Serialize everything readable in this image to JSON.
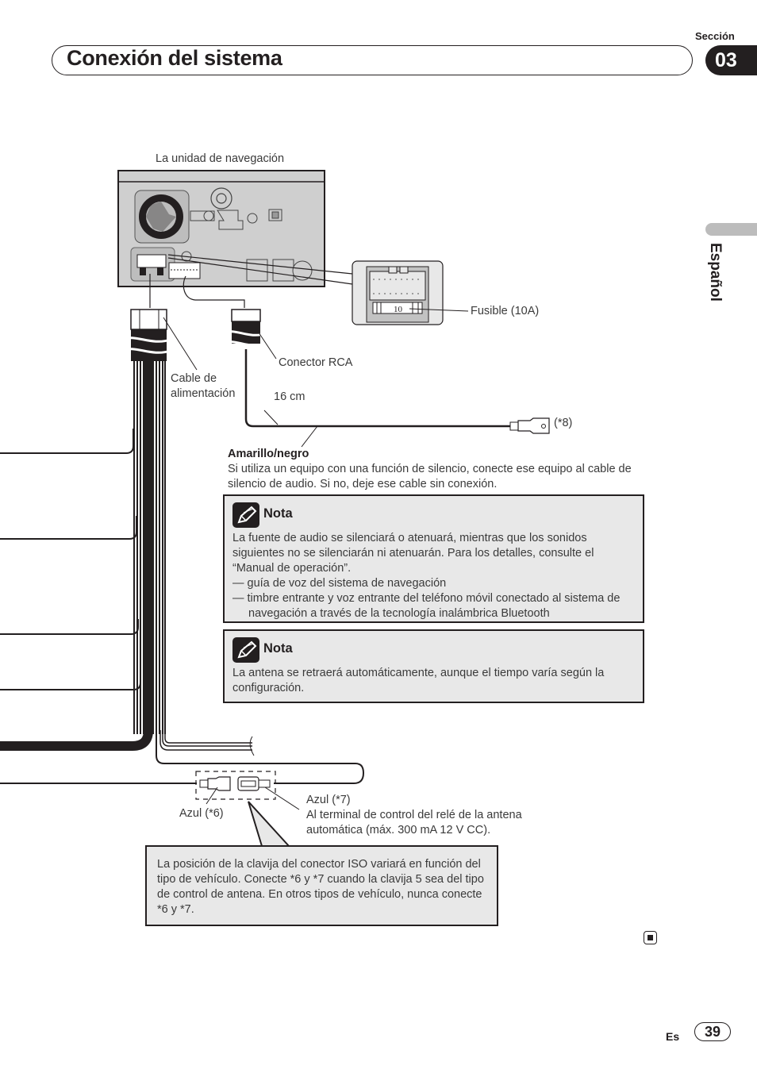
{
  "header": {
    "title": "Conexión del sistema",
    "section_label": "Sección",
    "section_number": "03"
  },
  "side_tab": {
    "language": "Español"
  },
  "diagram": {
    "unit_label": "La unidad de navegación",
    "fuse_label": "Fusible (10A)",
    "fuse_value": "10",
    "rca_connector_label": "Conector RCA",
    "power_cable_label": "Cable de alimentación",
    "length_label": "16 cm",
    "connector_8_label": "(*8)",
    "blue_6_label": "Azul (*6)",
    "blue_7_title": "Azul (*7)",
    "blue_7_desc": "Al terminal de control del relé de la antena automática (máx. 300 mA 12 V CC)."
  },
  "mute_wire": {
    "title": "Amarillo/negro",
    "text": "Si utiliza un equipo con una función de silencio, conecte ese equipo al cable de silencio de audio. Si no, deje ese cable sin conexión."
  },
  "notes": [
    {
      "title": "Nota",
      "paragraph": "La fuente de audio se silenciará o atenuará, mientras que los sonidos siguientes no se silenciarán ni atenuarán. Para los detalles, consulte el “Manual de operación”.",
      "items": [
        "— guía de voz del sistema de navegación",
        "— timbre entrante y voz entrante del teléfono móvil conectado al sistema de navegación a través de la tecnología inalámbrica Bluetooth"
      ]
    },
    {
      "title": "Nota",
      "paragraph": "La antena se retraerá automáticamente, aunque el tiempo varía según la configuración."
    }
  ],
  "callout": {
    "text": "La posición de la clavija del conector ISO variará en función del tipo de vehículo. Conecte *6 y *7 cuando la clavija 5 sea del tipo de control de antena. En otros tipos de vehículo, nunca conecte *6 y *7."
  },
  "footer": {
    "language_code": "Es",
    "page_number": "39"
  }
}
